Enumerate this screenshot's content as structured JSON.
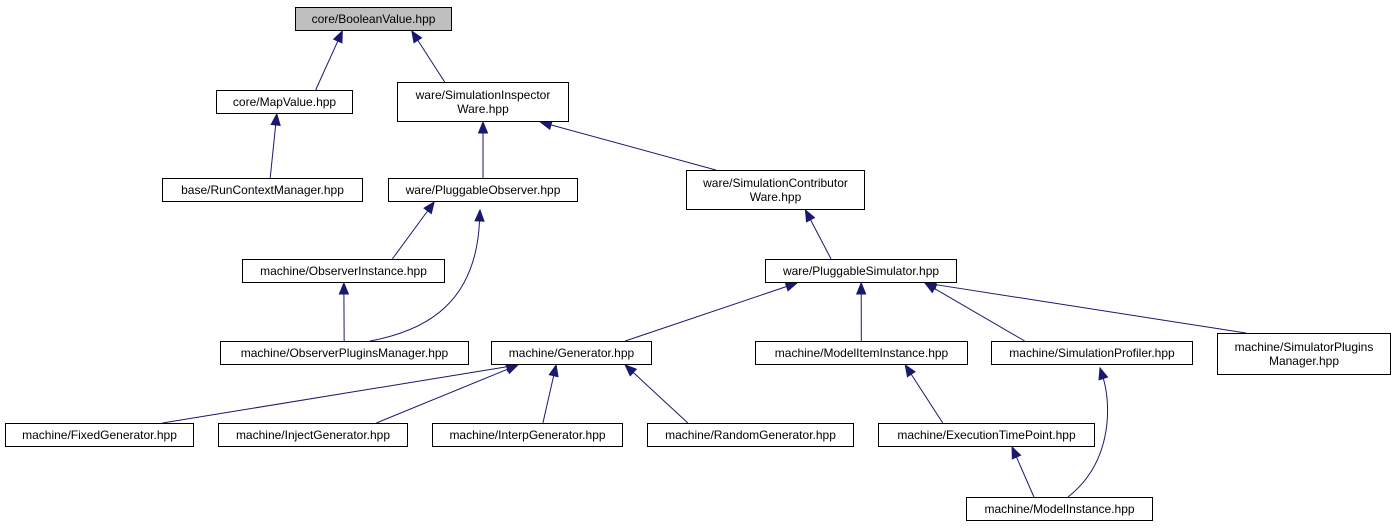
{
  "colors": {
    "edge": "#191970",
    "root_fill": "#bfbfbf",
    "node_fill": "#ffffff",
    "border": "#000000"
  },
  "nodes": [
    {
      "id": "boolean",
      "label": "core/BooleanValue.hpp",
      "highlighted": true
    },
    {
      "id": "mapvalue",
      "label": "core/MapValue.hpp"
    },
    {
      "id": "siminspector",
      "label": "ware/SimulationInspector\nWare.hpp"
    },
    {
      "id": "runcontext",
      "label": "base/RunContextManager.hpp"
    },
    {
      "id": "pluggableobserver",
      "label": "ware/PluggableObserver.hpp"
    },
    {
      "id": "simcontributor",
      "label": "ware/SimulationContributor\nWare.hpp"
    },
    {
      "id": "observerinstance",
      "label": "machine/ObserverInstance.hpp"
    },
    {
      "id": "pluggablesimulator",
      "label": "ware/PluggableSimulator.hpp"
    },
    {
      "id": "observerplugins",
      "label": "machine/ObserverPluginsManager.hpp"
    },
    {
      "id": "generator",
      "label": "machine/Generator.hpp"
    },
    {
      "id": "modeliteminstance",
      "label": "machine/ModelItemInstance.hpp"
    },
    {
      "id": "simprofiler",
      "label": "machine/SimulationProfiler.hpp"
    },
    {
      "id": "simplugins",
      "label": "machine/SimulatorPlugins\nManager.hpp"
    },
    {
      "id": "fixedgen",
      "label": "machine/FixedGenerator.hpp"
    },
    {
      "id": "injectgen",
      "label": "machine/InjectGenerator.hpp"
    },
    {
      "id": "interpgen",
      "label": "machine/InterpGenerator.hpp"
    },
    {
      "id": "randomgen",
      "label": "machine/RandomGenerator.hpp"
    },
    {
      "id": "exectimepoint",
      "label": "machine/ExecutionTimePoint.hpp"
    },
    {
      "id": "modelinstance",
      "label": "machine/ModelInstance.hpp"
    }
  ],
  "edges": [
    {
      "from": "mapvalue",
      "to": "boolean"
    },
    {
      "from": "siminspector",
      "to": "boolean"
    },
    {
      "from": "runcontext",
      "to": "mapvalue"
    },
    {
      "from": "pluggableobserver",
      "to": "siminspector"
    },
    {
      "from": "simcontributor",
      "to": "siminspector"
    },
    {
      "from": "observerinstance",
      "to": "pluggableobserver"
    },
    {
      "from": "observerplugins",
      "to": "pluggableobserver"
    },
    {
      "from": "observerplugins",
      "to": "observerinstance"
    },
    {
      "from": "pluggablesimulator",
      "to": "simcontributor"
    },
    {
      "from": "generator",
      "to": "pluggablesimulator"
    },
    {
      "from": "modeliteminstance",
      "to": "pluggablesimulator"
    },
    {
      "from": "simprofiler",
      "to": "pluggablesimulator"
    },
    {
      "from": "simplugins",
      "to": "pluggablesimulator"
    },
    {
      "from": "fixedgen",
      "to": "generator"
    },
    {
      "from": "injectgen",
      "to": "generator"
    },
    {
      "from": "interpgen",
      "to": "generator"
    },
    {
      "from": "randomgen",
      "to": "generator"
    },
    {
      "from": "exectimepoint",
      "to": "modeliteminstance"
    },
    {
      "from": "modelinstance",
      "to": "exectimepoint"
    },
    {
      "from": "modelinstance",
      "to": "simprofiler"
    }
  ]
}
